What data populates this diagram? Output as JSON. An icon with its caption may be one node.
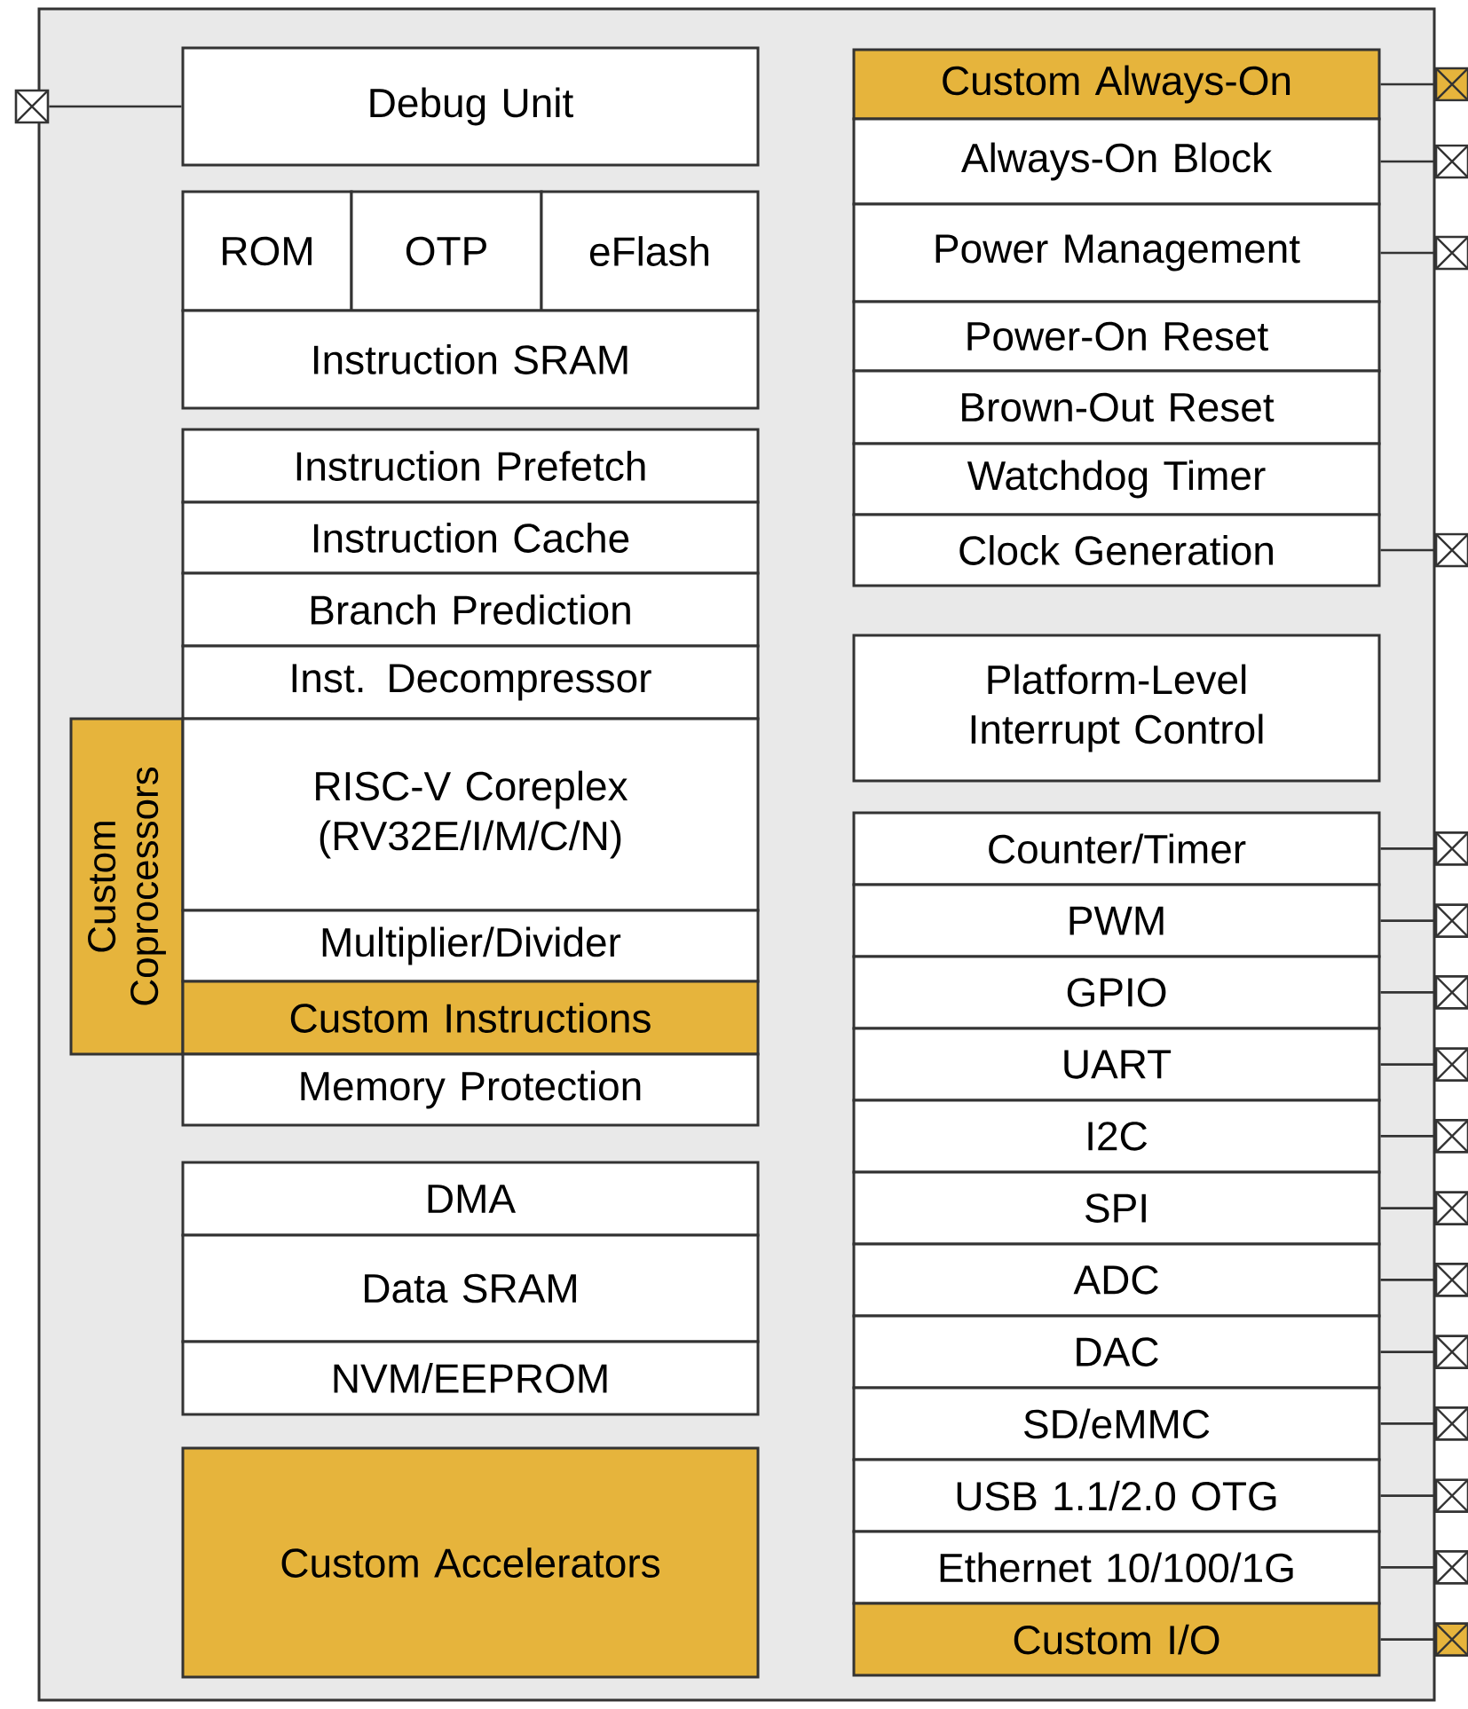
{
  "diagram": {
    "nodes": [
      {
        "text": [],
        "shape": "box"
      },
      {
        "text": [
          "Debug Unit"
        ]
      },
      {
        "text": [
          "ROM"
        ]
      },
      {
        "text": [
          "OTP"
        ]
      },
      {
        "text": [
          "eFlash"
        ]
      },
      {
        "text": [
          "Instruction SRAM"
        ]
      },
      {
        "text": [
          "Instruction Prefetch"
        ]
      },
      {
        "text": [
          "Instruction Cache"
        ]
      },
      {
        "text": [
          "Branch Prediction"
        ]
      },
      {
        "text": [
          "Inst. Decompressor"
        ]
      },
      {
        "text": [
          "Custom Coprocessors"
        ]
      },
      {
        "text": [
          "RISC-V Coreplex (RV32E/I/M/C/N)"
        ]
      },
      {
        "text": [
          "Multiplier/Divider"
        ]
      },
      {
        "text": [
          "Custom Instructions"
        ]
      },
      {
        "text": [
          "Memory Protection"
        ]
      },
      {
        "text": [
          "DMA"
        ]
      },
      {
        "text": [
          "Data SRAM"
        ]
      },
      {
        "text": [
          "NVM/EEPROM"
        ]
      },
      {
        "text": [
          "Custom Accelerators"
        ]
      },
      {
        "text": [
          "Custom Always-On"
        ]
      },
      {
        "text": [
          "Always-On Block"
        ]
      },
      {
        "text": [
          "Power Management"
        ]
      },
      {
        "text": [
          "Power-On Reset"
        ]
      },
      {
        "text": [
          "Brown-Out Reset"
        ]
      },
      {
        "text": [
          "Watchdog Timer"
        ]
      },
      {
        "text": [
          "Clock Generation"
        ]
      },
      {
        "text": [
          "Platform-Level Interrupt Control"
        ]
      },
      {
        "text": [
          "Counter/Timer"
        ]
      },
      {
        "text": [
          "PWM"
        ]
      },
      {
        "text": [
          "GPIO"
        ]
      },
      {
        "text": [
          "UART"
        ]
      },
      {
        "text": [
          "I2C"
        ]
      },
      {
        "text": [
          "SPI"
        ]
      },
      {
        "text": [
          "ADC"
        ]
      },
      {
        "text": [
          "DAC"
        ]
      },
      {
        "text": [
          "SD/eMMC"
        ]
      },
      {
        "text": [
          "USB 1.1/2.0 OTG"
        ]
      },
      {
        "text": [
          "Ethernet 10/100/1G"
        ]
      },
      {
        "text": [
          "Custom I/O"
        ]
      },
      {
        "text": [],
        "shape": "box"
      },
      {
        "text": [],
        "shape": "box"
      },
      {
        "text": [],
        "shape": "box"
      },
      {
        "text": [],
        "shape": "box"
      },
      {
        "text": [],
        "shape": "box"
      },
      {
        "text": [],
        "shape": "box"
      },
      {
        "text": [],
        "shape": "box"
      },
      {
        "text": [],
        "shape": "box"
      },
      {
        "text": [],
        "shape": "box"
      },
      {
        "text": [],
        "shape": "box"
      },
      {
        "text": [],
        "shape": "box"
      },
      {
        "text": [],
        "shape": "box"
      },
      {
        "text": [],
        "shape": "box"
      },
      {
        "text": [],
        "shape": "box"
      },
      {
        "text": [],
        "shape": "box"
      },
      {
        "text": [],
        "shape": "box"
      }
    ],
    "edges": [
      {
        "from": 1,
        "to": 0,
        "arrow": "none"
      },
      {
        "from": 19,
        "to": 39,
        "arrow": "none"
      },
      {
        "from": 20,
        "to": 40,
        "arrow": "none"
      },
      {
        "from": 21,
        "to": 41,
        "arrow": "none"
      },
      {
        "from": 25,
        "to": 42,
        "arrow": "none"
      },
      {
        "from": 27,
        "to": 43,
        "arrow": "none"
      },
      {
        "from": 28,
        "to": 44,
        "arrow": "none"
      },
      {
        "from": 29,
        "to": 45,
        "arrow": "none"
      },
      {
        "from": 30,
        "to": 46,
        "arrow": "none"
      },
      {
        "from": 31,
        "to": 47,
        "arrow": "none"
      },
      {
        "from": 32,
        "to": 48,
        "arrow": "none"
      },
      {
        "from": 33,
        "to": 49,
        "arrow": "none"
      },
      {
        "from": 34,
        "to": 50,
        "arrow": "none"
      },
      {
        "from": 35,
        "to": 51,
        "arrow": "none"
      },
      {
        "from": 36,
        "to": 52,
        "arrow": "none"
      },
      {
        "from": 37,
        "to": 53,
        "arrow": "none"
      },
      {
        "from": 38,
        "to": 54,
        "arrow": "none"
      }
    ]
  }
}
